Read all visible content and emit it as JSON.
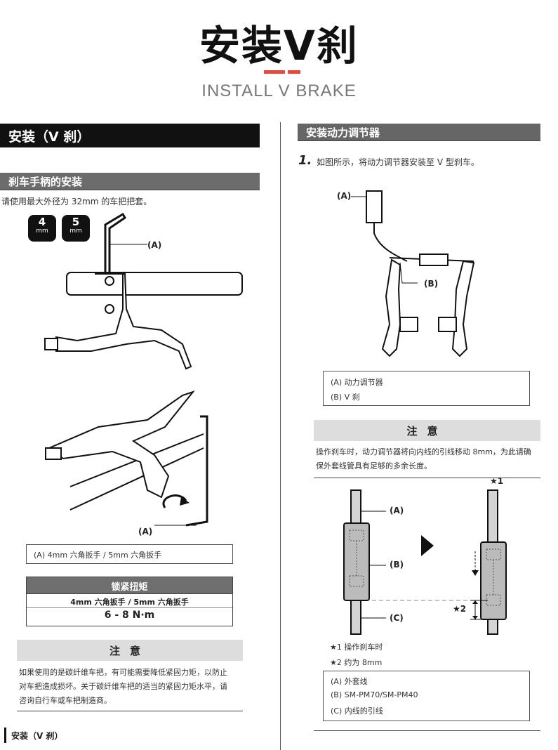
{
  "header": {
    "title": "安装V刹",
    "subtitle": "INSTALL V  BRAKE"
  },
  "left": {
    "section_title": "安装（V 刹）",
    "subsection_title": "刹车手柄的安装",
    "intro": "请使用最大外径为 32mm 的车把把套。",
    "icons": [
      {
        "value": "4",
        "unit": "mm"
      },
      {
        "value": "5",
        "unit": "mm"
      }
    ],
    "callout_a": "(A)",
    "callout_a2": "(A)",
    "legend_row": "(A)  4mm 六角扳手 / 5mm 六角扳手",
    "torque": {
      "header": "锁紧扭矩",
      "tool": "4mm 六角扳手 / 5mm 六角扳手",
      "value": "6 - 8 N·m"
    },
    "note": {
      "title": "注意",
      "lines": [
        "如果使用的是碳纤维车把，有可能需要降低紧固力矩，以防止",
        "对车把造成损坏。关于碳纤维车把的适当的紧固力矩水平，请",
        "咨询自行车或车把制造商。"
      ]
    },
    "footer": "安装（V 刹）"
  },
  "right": {
    "section_title": "安装动力调节器",
    "step_number": "1.",
    "step_text": "如图所示，将动力调节器安装至 V 型刹车。",
    "callout_a": "(A)",
    "callout_b": "(B)",
    "legend": [
      "(A)  动力调节器",
      "(B)  V 刹"
    ],
    "note": {
      "title": "注意",
      "lines": [
        "操作刹车时，动力调节器将向内线的引线移动 8mm，为此请确",
        "保外套线管具有足够的多余长度。"
      ]
    },
    "diagram": {
      "label_a": "(A)",
      "label_b": "(B)",
      "label_c": "(C)",
      "star1": "★1",
      "star2": "★2"
    },
    "star_notes": [
      "★1  操作刹车时",
      "★2  约为 8mm"
    ],
    "legend2": [
      "(A)  外套线",
      "(B)  SM-PM70/SM-PM40",
      "(C)  内线的引线"
    ]
  },
  "colors": {
    "accent": "#e8473a",
    "black_bar": "#111111",
    "gray_bar": "#6c6c6c",
    "note_bg": "#dddddd"
  }
}
